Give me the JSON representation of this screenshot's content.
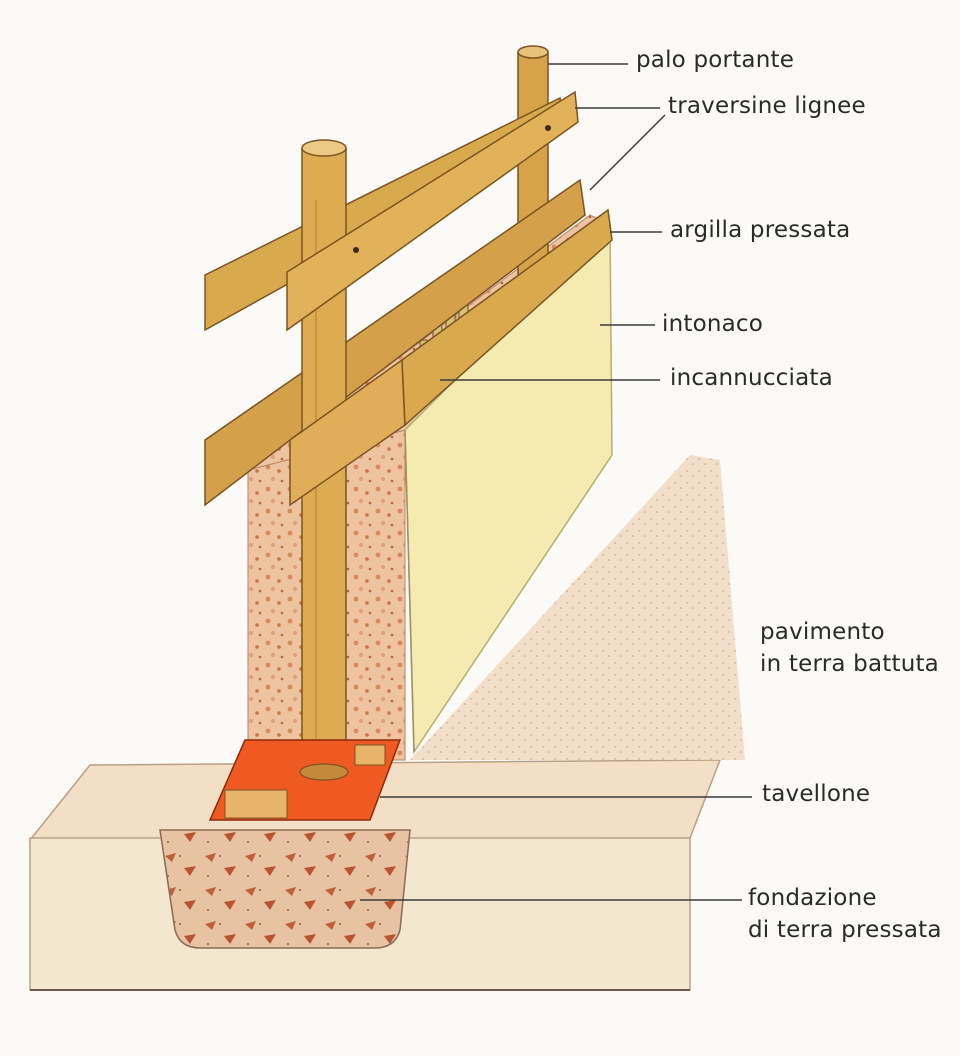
{
  "labels": {
    "palo_portante": "palo portante",
    "traversine_lignee": "traversine lignee",
    "argilla_pressata": "argilla  pressata",
    "intonaco": "intonaco",
    "incannucciata": "incannucciata",
    "pavimento_line1": "pavimento",
    "pavimento_line2": "in terra battuta",
    "tavellone": "tavellone",
    "fondazione_line1": "fondazione",
    "fondazione_line2": "di terra pressata"
  },
  "colors": {
    "wood": "#d9a94e",
    "wood_dark": "#a8742a",
    "clay": "#e9b995",
    "plaster": "#f6eab0",
    "floor": "#ecd8bc",
    "tile": "#ee5a22",
    "foundation": "#e5c2a2"
  }
}
